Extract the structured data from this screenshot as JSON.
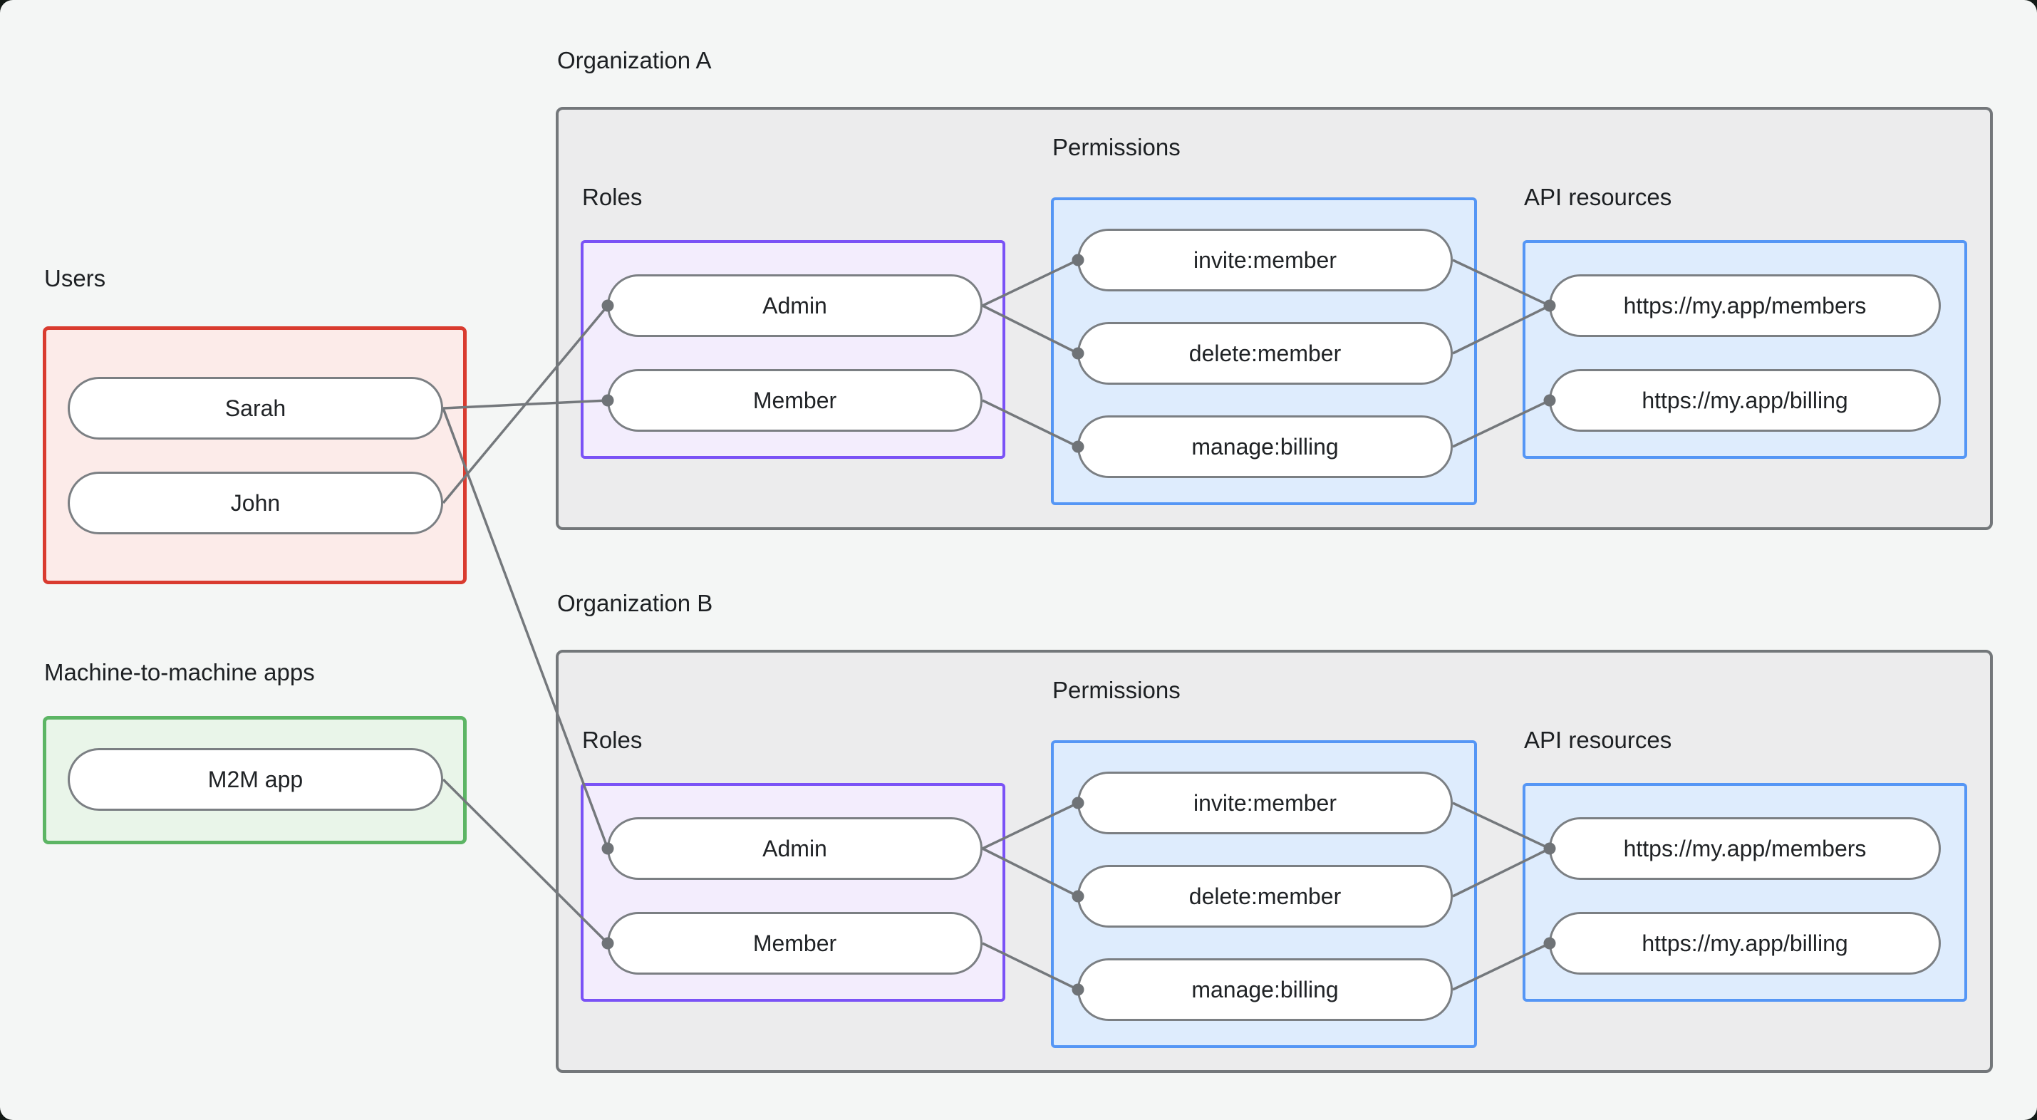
{
  "page": {
    "background": "#f4f6f5"
  },
  "colors": {
    "users_border": "#d93b2f",
    "users_fill": "#fcebe9",
    "m2m_border": "#5cb564",
    "m2m_fill": "#e9f5e9",
    "org_border": "#73777a",
    "org_fill": "#ececed",
    "roles_border": "#7a52f6",
    "roles_fill": "#f3edfd",
    "blue_border": "#5596f5",
    "blue_fill": "#deecfd",
    "node_border": "#7b7f83",
    "edge_line": "#74787c",
    "edge_dot": "#6f7377",
    "text": "#1d2023"
  },
  "users_group": {
    "label": "Users",
    "nodes": [
      "Sarah",
      "John"
    ]
  },
  "m2m_group": {
    "label": "Machine-to-machine apps",
    "nodes": [
      "M2M app"
    ]
  },
  "org_a": {
    "title": "Organization A",
    "roles_label": "Roles",
    "permissions_label": "Permissions",
    "api_label": "API resources",
    "roles": [
      "Admin",
      "Member"
    ],
    "permissions": [
      "invite:member",
      "delete:member",
      "manage:billing"
    ],
    "api_resources": [
      "https://my.app/members",
      "https://my.app/billing"
    ]
  },
  "org_b": {
    "title": "Organization B",
    "roles_label": "Roles",
    "permissions_label": "Permissions",
    "api_label": "API resources",
    "roles": [
      "Admin",
      "Member"
    ],
    "permissions": [
      "invite:member",
      "delete:member",
      "manage:billing"
    ],
    "api_resources": [
      "https://my.app/members",
      "https://my.app/billing"
    ]
  },
  "edges": [
    {
      "from": "Sarah",
      "to": "Org A / Member"
    },
    {
      "from": "John",
      "to": "Org A / Admin"
    },
    {
      "from": "Sarah",
      "to": "Org B / Admin"
    },
    {
      "from": "M2M app",
      "to": "Org B / Member"
    },
    {
      "from": "Org A / Admin",
      "to": "Org A / invite:member"
    },
    {
      "from": "Org A / Admin",
      "to": "Org A / delete:member"
    },
    {
      "from": "Org A / Member",
      "to": "Org A / manage:billing"
    },
    {
      "from": "Org A / invite:member",
      "to": "Org A / https://my.app/members"
    },
    {
      "from": "Org A / delete:member",
      "to": "Org A / https://my.app/members"
    },
    {
      "from": "Org A / manage:billing",
      "to": "Org A / https://my.app/billing"
    },
    {
      "from": "Org B / Admin",
      "to": "Org B / invite:member"
    },
    {
      "from": "Org B / Admin",
      "to": "Org B / delete:member"
    },
    {
      "from": "Org B / Member",
      "to": "Org B / manage:billing"
    },
    {
      "from": "Org B / invite:member",
      "to": "Org B / https://my.app/members"
    },
    {
      "from": "Org B / delete:member",
      "to": "Org B / https://my.app/members"
    },
    {
      "from": "Org B / manage:billing",
      "to": "Org B / https://my.app/billing"
    }
  ]
}
